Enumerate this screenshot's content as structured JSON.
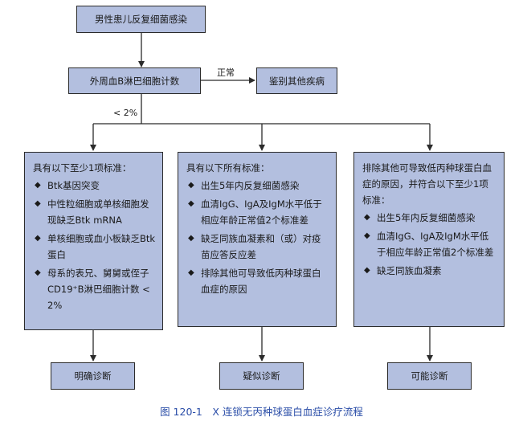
{
  "nodes": {
    "start": "男性患儿反复细菌感染",
    "count": "外周血B淋巴细胞计数",
    "other": "鉴别其他疾病"
  },
  "edges": {
    "normal": "正常",
    "low": "< 2%"
  },
  "criteria": {
    "definite": {
      "head": "具有以下至少1项标准：",
      "items": [
        "Btk基因突变",
        "中性粒细胞或单核细胞发现缺乏Btk mRNA",
        "单核细胞或血小板缺乏Btk蛋白",
        "母系的表兄、舅舅或侄子CD19⁺B淋巴细胞计数 < 2%"
      ]
    },
    "suspected": {
      "head": "具有以下所有标准：",
      "items": [
        "出生5年内反复细菌感染",
        "血清IgG、IgA及IgM水平低于相应年龄正常值2个标准差",
        "缺乏同族血凝素和（或）对疫苗应答反应差",
        "排除其他可导致低丙种球蛋白血症的原因"
      ]
    },
    "possible": {
      "head": "排除其他可导致低丙种球蛋白血症的原因，并符合以下至少1项标准：",
      "items": [
        "出生5年内反复细菌感染",
        "血清IgG、IgA及IgM水平低于相应年龄正常值2个标准差",
        "缺乏同族血凝素"
      ]
    }
  },
  "outcomes": {
    "definite": "明确诊断",
    "suspected": "疑似诊断",
    "possible": "可能诊断"
  },
  "bullet_glyph": "◆",
  "caption": "图 120-1　X 连锁无丙种球蛋白血症诊疗流程"
}
